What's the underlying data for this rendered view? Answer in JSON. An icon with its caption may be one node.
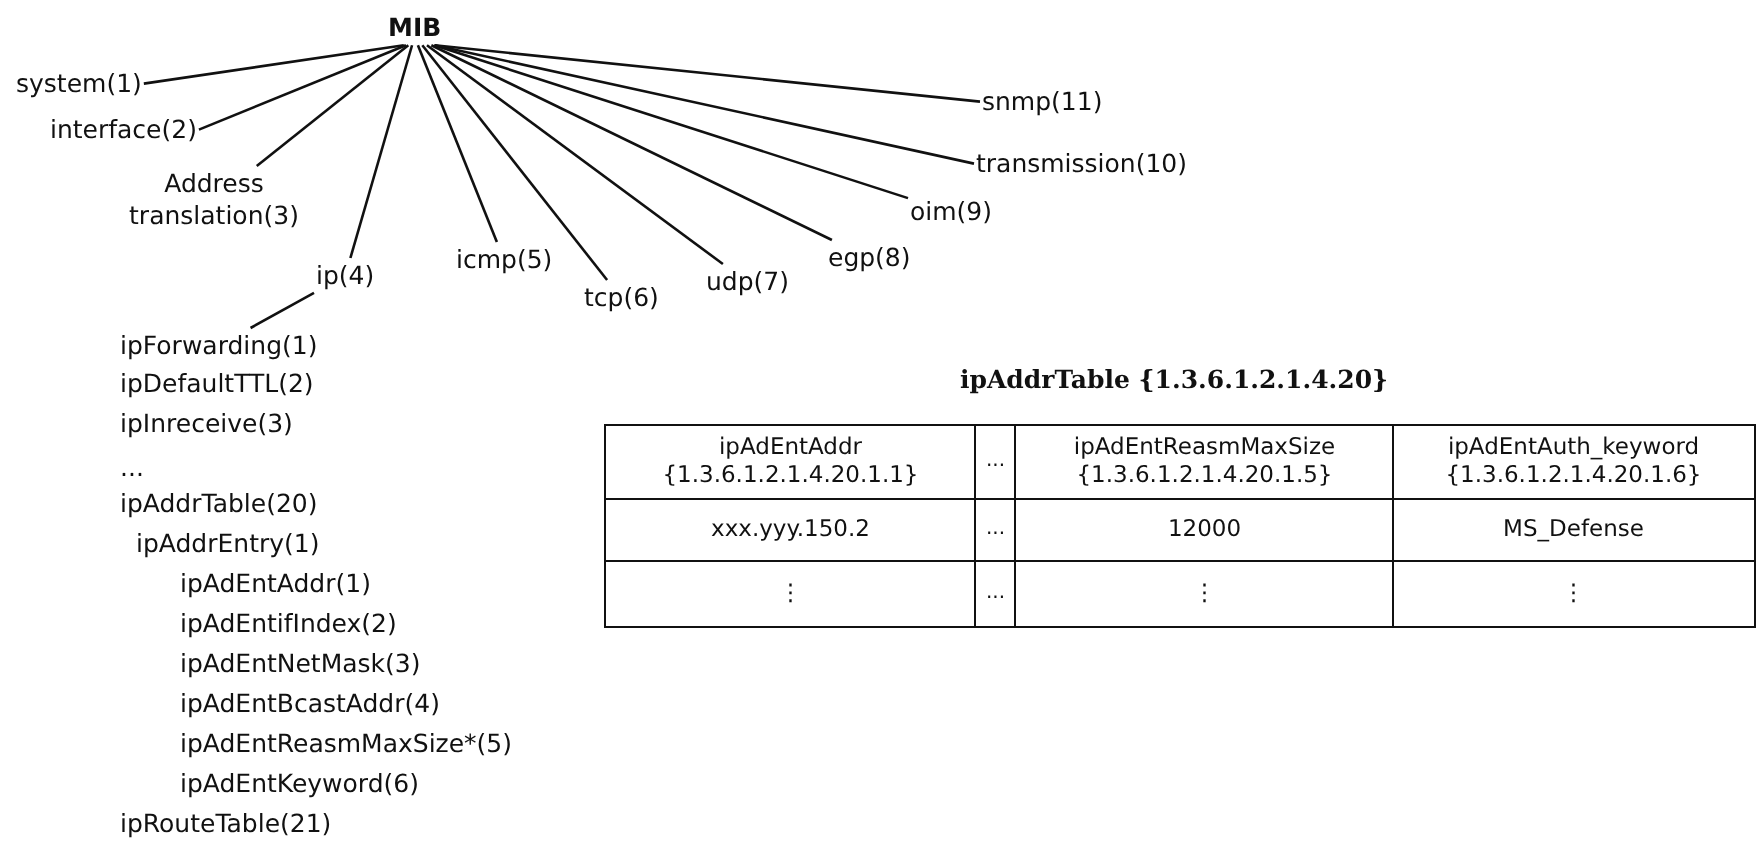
{
  "diagram": {
    "nodes": [
      {
        "text": [
          "MIB"
        ]
      },
      {
        "text": [
          "system(1)"
        ]
      },
      {
        "text": [
          "interface(2)"
        ]
      },
      {
        "text": [
          "Address translation(3)"
        ]
      },
      {
        "text": [
          "ip(4)"
        ]
      },
      {
        "text": [
          "icmp(5)"
        ]
      },
      {
        "text": [
          "tcp(6)"
        ]
      },
      {
        "text": [
          "udp(7)"
        ]
      },
      {
        "text": [
          "egp(8)"
        ]
      },
      {
        "text": [
          "oim(9)"
        ]
      },
      {
        "text": [
          "transmission(10)"
        ]
      },
      {
        "text": [
          "snmp(11)"
        ]
      },
      {
        "text": [
          "ipForwarding(1)"
        ]
      }
    ],
    "edges": [
      {
        "from": 0,
        "to": 1,
        "arrow": "none"
      },
      {
        "from": 0,
        "to": 2,
        "arrow": "none"
      },
      {
        "from": 0,
        "to": 3,
        "arrow": "none"
      },
      {
        "from": 0,
        "to": 4,
        "arrow": "none"
      },
      {
        "from": 0,
        "to": 5,
        "arrow": "none"
      },
      {
        "from": 0,
        "to": 6,
        "arrow": "none"
      },
      {
        "from": 0,
        "to": 7,
        "arrow": "none"
      },
      {
        "from": 0,
        "to": 8,
        "arrow": "none"
      },
      {
        "from": 0,
        "to": 9,
        "arrow": "none"
      },
      {
        "from": 0,
        "to": 10,
        "arrow": "none"
      },
      {
        "from": 0,
        "to": 11,
        "arrow": "none"
      },
      {
        "from": 4,
        "to": 12,
        "arrow": "none"
      }
    ],
    "labels": [
      "ipDefaultTTL(2)",
      "ipInreceive(3)",
      "...",
      "ipAddrTable(20)",
      "ipAddrEntry(1)",
      "ipAdEntAddr(1)",
      "ipAdEntifIndex(2)",
      "ipAdEntNetMask(3)",
      "ipAdEntBcastAddr(4)",
      "ipAdEntReasmMaxSize*(5)",
      "ipAdEntKeyword(6)",
      "ipRouteTable(21)",
      "ipAddrTable {1.3.6.1.2.1.4.20}",
      "ipAdEntAddr {1.3.6.1.2.1.4.20.1.1}",
      "...",
      "ipAdEntReasmMaxSize {1.3.6.1.2.1.4.20.1.5}",
      "ipAdEntAuth_keyword {1.3.6.1.2.1.4.20.1.6}",
      "xxx.yyy.150.2",
      "...",
      "12000",
      "MS_Defense",
      "⋮",
      "...",
      "⋮",
      "⋮"
    ]
  }
}
